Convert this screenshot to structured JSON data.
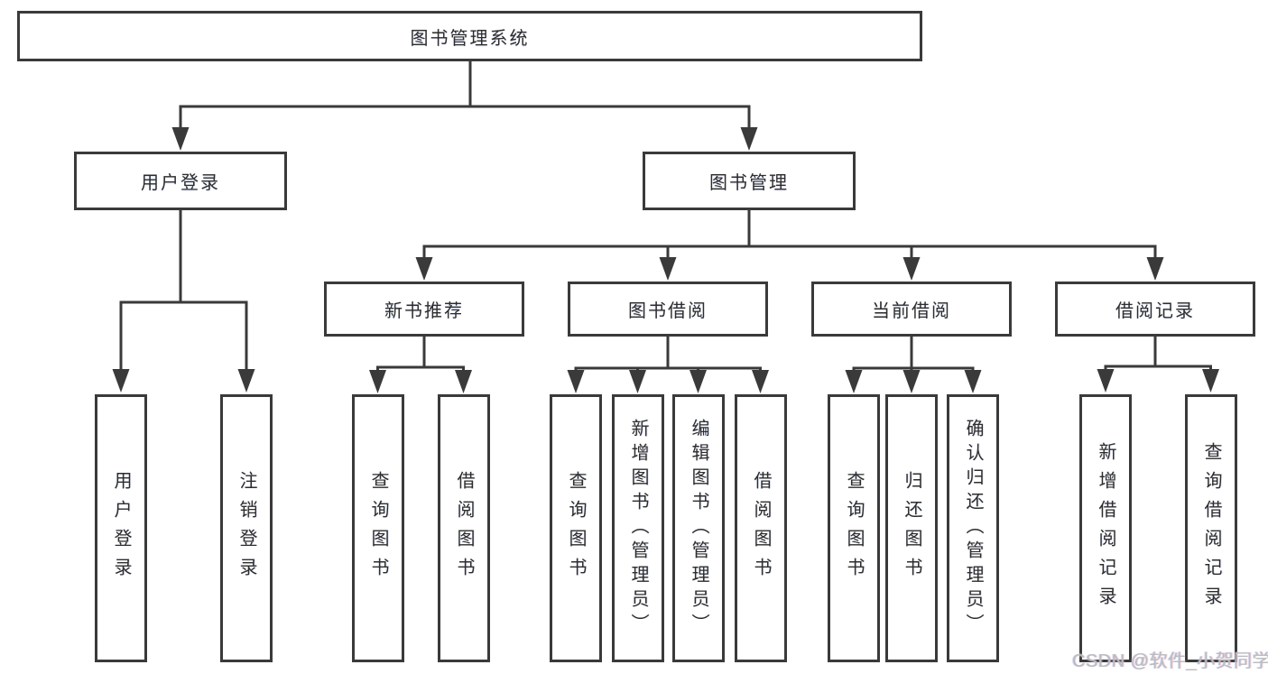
{
  "colors": {
    "line": "#3a3a3a",
    "ink": "#2d2d2d",
    "watermark": "#b9bcc2",
    "background": "#ffffff"
  },
  "watermark": {
    "text": "CSDN @软件_小贺同学"
  },
  "tree": {
    "root": {
      "label": "图书管理系统"
    },
    "branches": [
      {
        "label": "用户登录",
        "children": [
          {
            "label": "用户登录"
          },
          {
            "label": "注销登录"
          }
        ]
      },
      {
        "label": "图书管理",
        "children": [
          {
            "label": "新书推荐",
            "children": [
              {
                "label": "查询图书"
              },
              {
                "label": "借阅图书"
              }
            ]
          },
          {
            "label": "图书借阅",
            "children": [
              {
                "label": "查询图书"
              },
              {
                "label": "新增图书（管理员）"
              },
              {
                "label": "编辑图书（管理员）"
              },
              {
                "label": "借阅图书"
              }
            ]
          },
          {
            "label": "当前借阅",
            "children": [
              {
                "label": "查询图书"
              },
              {
                "label": "归还图书"
              },
              {
                "label": "确认归还（管理员）"
              }
            ]
          },
          {
            "label": "借阅记录",
            "children": [
              {
                "label": "新增借阅记录"
              },
              {
                "label": "查询借阅记录"
              }
            ]
          }
        ]
      }
    ]
  }
}
